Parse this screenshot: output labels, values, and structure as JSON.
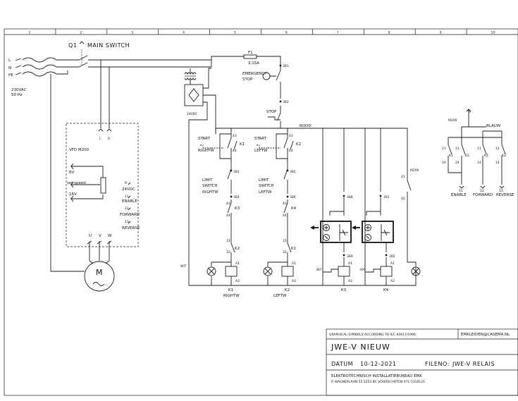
{
  "grid": {
    "columns": [
      "1",
      "2",
      "3",
      "4",
      "5",
      "6",
      "7",
      "8",
      "9",
      "10"
    ]
  },
  "supply": {
    "l": "L",
    "n": "N",
    "pe": "PE",
    "voltage": "230VAC",
    "freq": "50 Hz"
  },
  "main_switch": {
    "tag": "Q1",
    "label": "MAIN SWITCH"
  },
  "fuse": {
    "tag": "F1",
    "rating": "3,15A"
  },
  "estop": {
    "label1": "EMERGENCY",
    "label2": "STOP",
    "node": "381"
  },
  "stop": {
    "label": "STOP",
    "node": "382"
  },
  "psu": {
    "label": "24VDC"
  },
  "rail": {
    "color": "ROOD",
    "neutral": "WIT"
  },
  "vfd": {
    "title": "VFD M200",
    "in1": "L",
    "in2": "0",
    "pot_6v": "6V",
    "pot_set": "set speed",
    "pot_16v": "16V",
    "t9": "9",
    "t_24": "24VDC",
    "t11": "11",
    "t_enable": "ENABLE",
    "t12": "12",
    "t_forward": "FORWARD",
    "t13": "13",
    "t_reverse": "REVERSE",
    "u": "U",
    "v": "V",
    "w": "W",
    "motor": "M"
  },
  "start_r": {
    "label1": "START",
    "label2": "RIGHTW",
    "t43": "43",
    "t44": "44",
    "k": "K1"
  },
  "start_l": {
    "label1": "START",
    "label2": "LEFTW",
    "t43": "43",
    "t44": "44",
    "k": "K2"
  },
  "limit_r": {
    "l1": "LIMIT",
    "l2": "SWITCH",
    "l3": "RIGHTW",
    "n1": "383",
    "n2": "384"
  },
  "limit_l": {
    "l1": "LIMIT",
    "l2": "SWITCH",
    "l3": "LEFTW",
    "n1": "385",
    "n2": "386"
  },
  "nodes": {
    "n387": "387",
    "n388": "388",
    "n389": "389",
    "n390": "390",
    "n391": "391",
    "n392": "392"
  },
  "contacts": {
    "k3": "K3",
    "k4": "K4",
    "k2": "K2",
    "k1": "K1",
    "t43": "43",
    "t44": "44",
    "t31": "31",
    "t32": "32",
    "t41": "41",
    "t42": "42",
    "m200": "M200"
  },
  "coils": {
    "k1": "K1",
    "k1_sub": "RIGHTW",
    "k2": "K2",
    "k2_sub": "LEFTW",
    "k3": "K3",
    "k4": "K4",
    "a1": "A1",
    "a2": "A2"
  },
  "aux": {
    "m200": "M200",
    "node": "9",
    "blauw": "BLAUW",
    "k1": "K1",
    "k2": "K2",
    "k1b": "K1",
    "k2b": "K2",
    "t21": "21",
    "t24": "24",
    "t11": "11",
    "t14": "14",
    "n11": "11",
    "enable": "ENABLE",
    "n12": "12",
    "forward": "FORWARD",
    "n13": "13",
    "reverse": "REVERSE"
  },
  "title_block": {
    "symbols": "GRAPHICAL-SYMBOLS ACCORDING TO IEC 60617/1996",
    "email": "EMKLEIDEN@CASEMA.NL",
    "project": "JWE-V NIEUW",
    "datum_label": "DATUM",
    "datum": "10-12-2021",
    "fileno_label": "FILENO:",
    "fileno": "JWE-V RELAIS",
    "company": "ELEKTROTECHNISCH INSTALLATIEBUREAU EMK",
    "address": "P. WAGNERLAAN 55 2253 BC VOORSCHOTEN 071-5318121"
  }
}
